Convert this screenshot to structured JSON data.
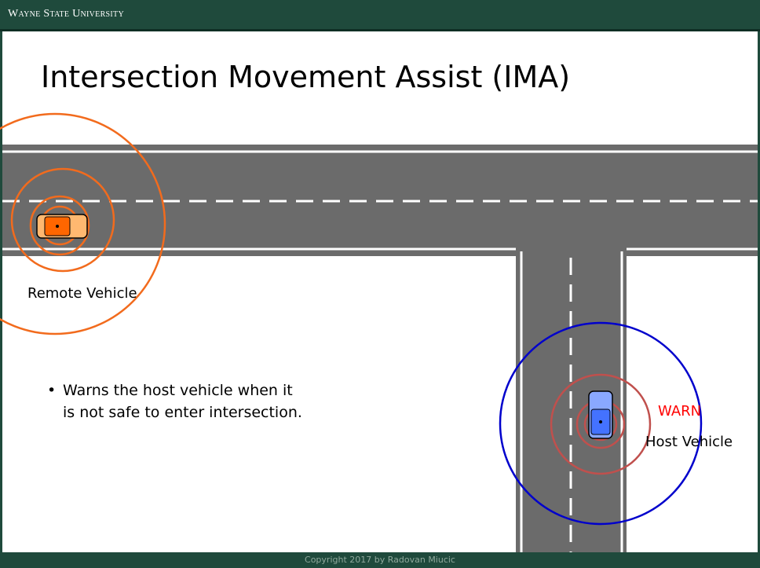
{
  "header": {
    "university": "Wayne State University"
  },
  "title": "Intersection Movement Assist (IMA)",
  "labels": {
    "remote_vehicle": "Remote Vehicle",
    "host_vehicle": "Host Vehicle",
    "warn": "WARN"
  },
  "bullet": {
    "marker": "•",
    "text": "Warns the host vehicle when it is not safe to enter intersection."
  },
  "footer": {
    "copyright": "Copyright 2017 by Radovan Miucic"
  },
  "colors": {
    "brand_green": "#1f4a3c",
    "road": "#6b6b6b",
    "remote_vehicle": "#ff6600",
    "host_vehicle": "#4472ff",
    "host_outer_ring": "#0000cc",
    "host_inner_rings": "#c0504d",
    "warn_text": "#ff0000"
  },
  "icons": {
    "remote_vehicle": "car-icon",
    "host_vehicle": "car-icon"
  }
}
